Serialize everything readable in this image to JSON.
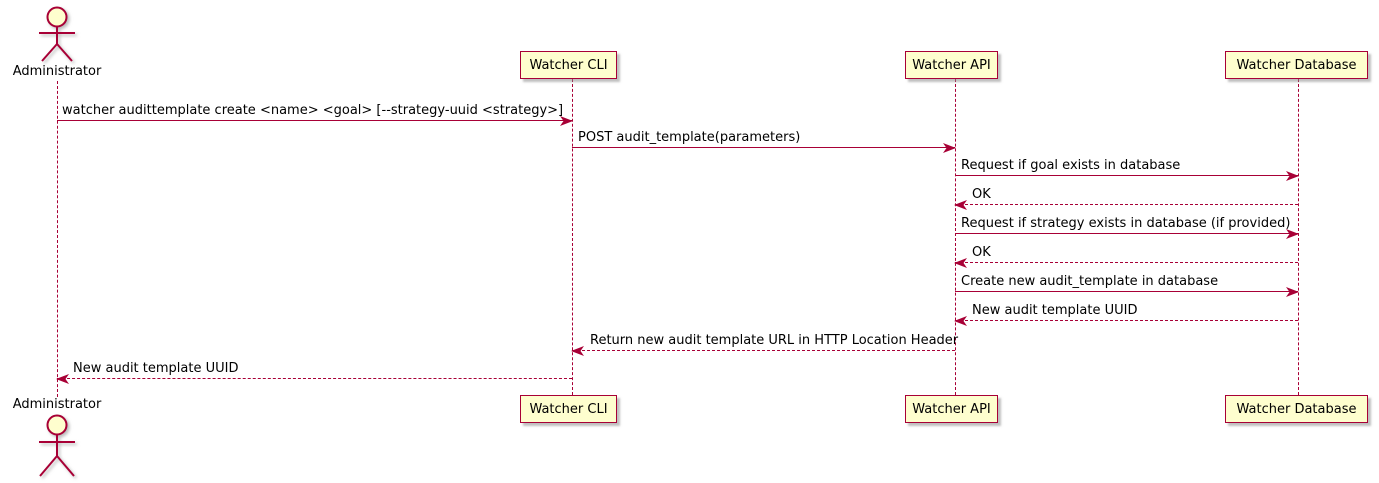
{
  "diagram_title": "",
  "colors": {
    "participant_fill": "#FEFECE",
    "stroke": "#A80036",
    "text": "#000000",
    "background": "#FFFFFF"
  },
  "participants": [
    {
      "label": "Administrator",
      "type": "actor"
    },
    {
      "label": "Watcher CLI",
      "type": "participant"
    },
    {
      "label": "Watcher API",
      "type": "participant"
    },
    {
      "label": "Watcher Database",
      "type": "participant"
    }
  ],
  "messages": [
    {
      "from": "Administrator",
      "to": "Watcher CLI",
      "line": "solid",
      "label": "watcher audittemplate create <name> <goal> [--strategy-uuid <strategy>]"
    },
    {
      "from": "Watcher CLI",
      "to": "Watcher API",
      "line": "solid",
      "label": "POST audit_template(parameters)"
    },
    {
      "from": "Watcher API",
      "to": "Watcher Database",
      "line": "solid",
      "label": "Request if goal exists in database"
    },
    {
      "from": "Watcher Database",
      "to": "Watcher API",
      "line": "dashed",
      "label": "OK"
    },
    {
      "from": "Watcher API",
      "to": "Watcher Database",
      "line": "solid",
      "label": "Request if strategy exists in database (if provided)"
    },
    {
      "from": "Watcher Database",
      "to": "Watcher API",
      "line": "dashed",
      "label": "OK"
    },
    {
      "from": "Watcher API",
      "to": "Watcher Database",
      "line": "solid",
      "label": "Create new audit_template in database"
    },
    {
      "from": "Watcher Database",
      "to": "Watcher API",
      "line": "dashed",
      "label": "New audit template UUID"
    },
    {
      "from": "Watcher API",
      "to": "Watcher CLI",
      "line": "dashed",
      "label": "Return new audit template URL in HTTP Location Header"
    },
    {
      "from": "Watcher CLI",
      "to": "Administrator",
      "line": "dashed",
      "label": "New audit template UUID"
    }
  ]
}
